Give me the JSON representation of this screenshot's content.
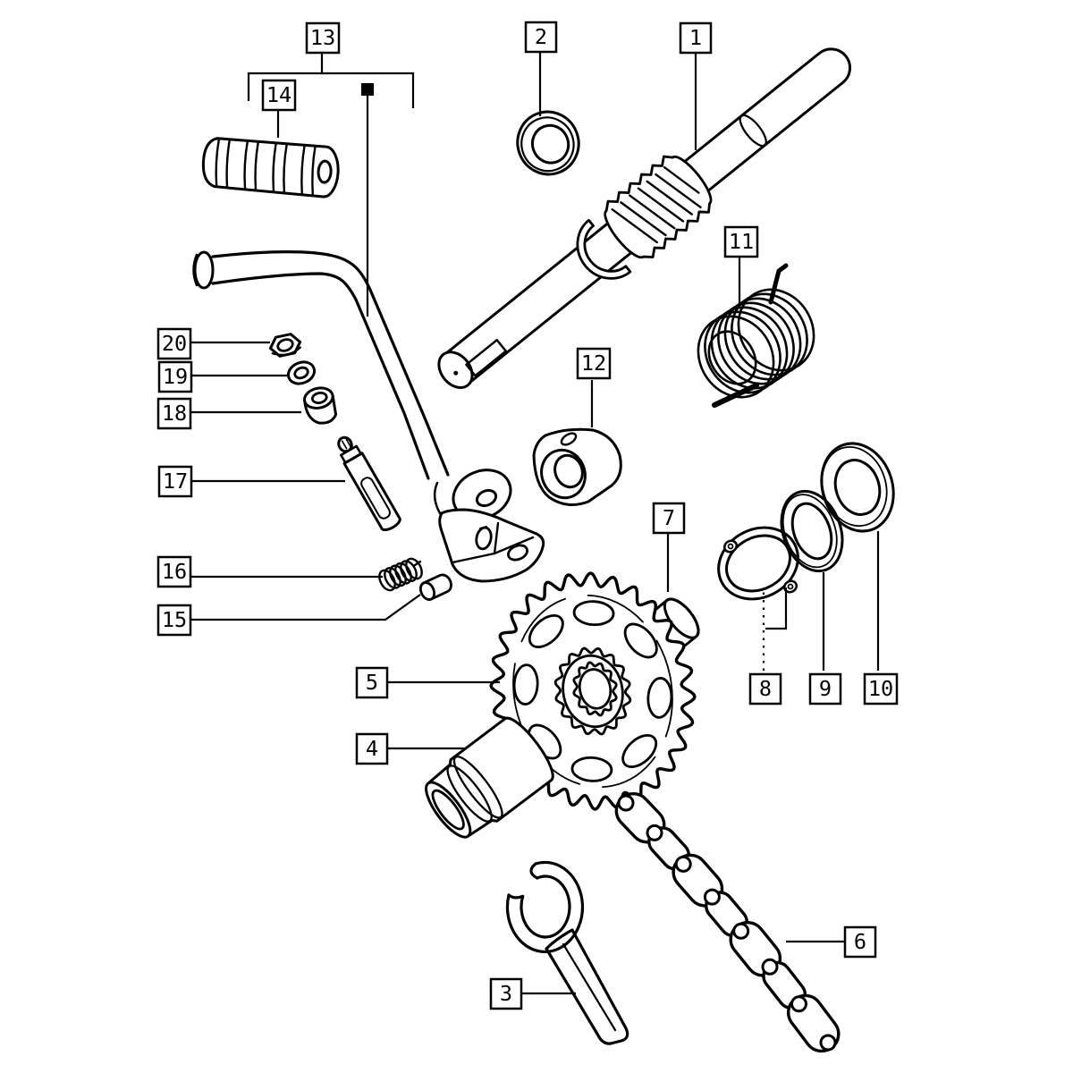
{
  "figure": {
    "type": "exploded-parts-diagram",
    "background_color": "#ffffff",
    "ink_color": "#000000",
    "callouts": [
      {
        "label": "1"
      },
      {
        "label": "2"
      },
      {
        "label": "3"
      },
      {
        "label": "4"
      },
      {
        "label": "5"
      },
      {
        "label": "6"
      },
      {
        "label": "7"
      },
      {
        "label": "8"
      },
      {
        "label": "9"
      },
      {
        "label": "10"
      },
      {
        "label": "11"
      },
      {
        "label": "12"
      },
      {
        "label": "13"
      },
      {
        "label": "14"
      },
      {
        "label": "15"
      },
      {
        "label": "16"
      },
      {
        "label": "17"
      },
      {
        "label": "18"
      },
      {
        "label": "19"
      },
      {
        "label": "20"
      }
    ]
  }
}
